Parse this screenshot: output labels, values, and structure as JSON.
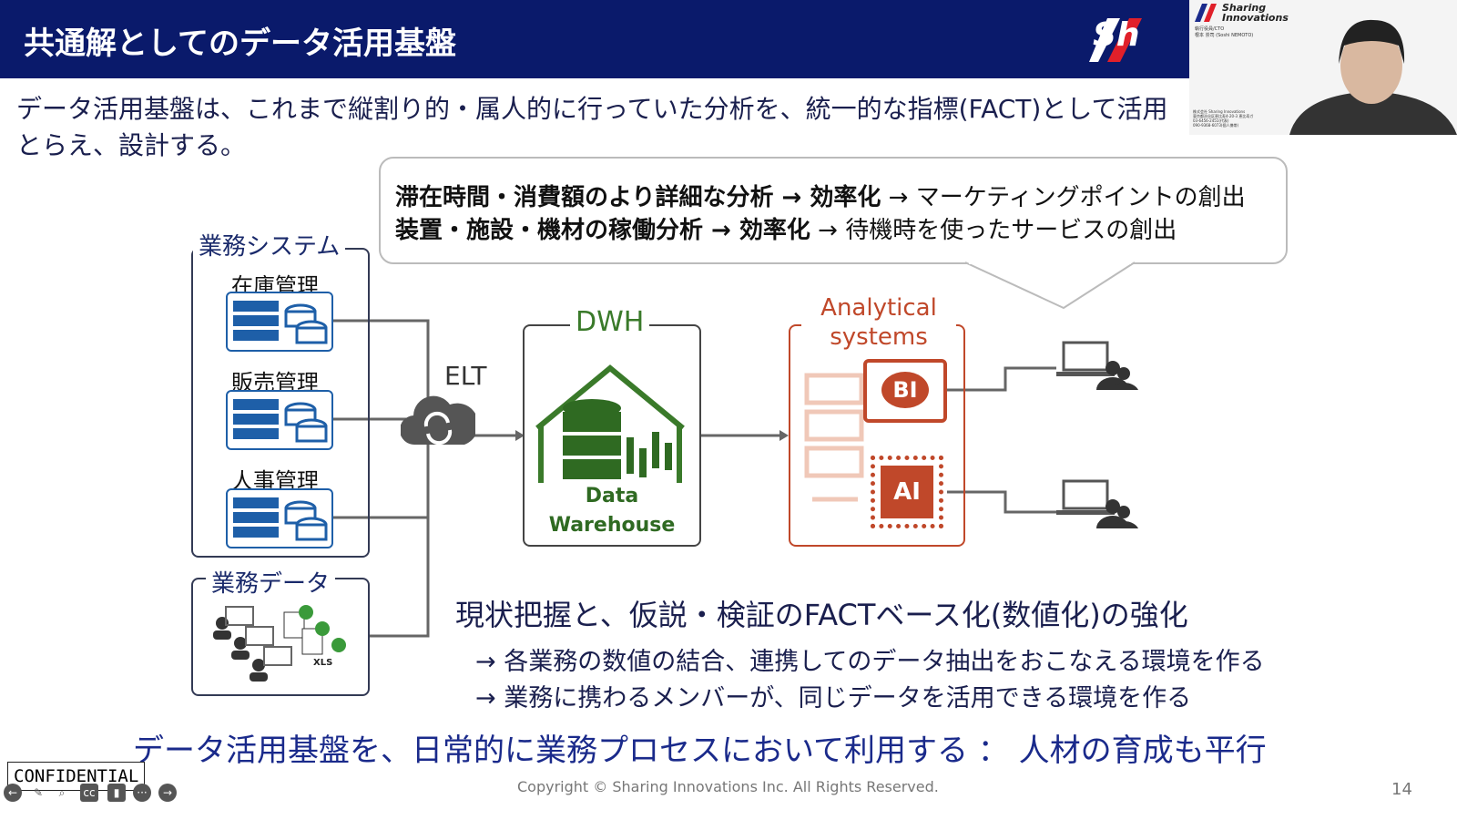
{
  "slide": {
    "title": "共通解としてのデータ活用基盤",
    "logo_text": "Sh",
    "intro_line1": "データ活用基盤は、これまで縦割り的・属人的に行っていた分析を、統一的な指標(FACT)として活用",
    "intro_line2": "とらえ、設計する。",
    "bubble": {
      "line1_bold": "滞在時間・消費額のより詳細な分析 → 効率化",
      "line1_rest": " → マーケティングポイントの創出",
      "line2_bold": "装置・施設・機材の稼働分析 → 効率化",
      "line2_rest": " → 待機時を使ったサービスの創出"
    },
    "systems": {
      "label": "業務システム",
      "items": [
        "在庫管理",
        "販売管理",
        "人事管理"
      ]
    },
    "data_group": {
      "label": "業務データ",
      "file_label": "XLS"
    },
    "elt_label": "ELT",
    "dwh": {
      "label": "DWH",
      "inner_line1": "Data",
      "inner_line2": "Warehouse"
    },
    "analytical": {
      "label_line1": "Analytical",
      "label_line2": "systems",
      "bi": "BI",
      "ai": "AI"
    },
    "headline": "現状把握と、仮説・検証のFACTベース化(数値化)の強化",
    "points": [
      "→ 各業務の数値の結合、連携してのデータ抽出をおこなえる環境を作る",
      "→ 業務に携わるメンバーが、同じデータを活用できる環境を作る"
    ],
    "conclusion": "データ活用基盤を、日常的に業務プロセスにおいて利用する ： 人材の育成も平行",
    "copyright": "Copyright © Sharing Innovations Inc. All Rights Reserved.",
    "page_number": "14",
    "confidential": "CONFIDENTIAL"
  },
  "webcam": {
    "brand_line1": "Sharing",
    "brand_line2": "Innovations",
    "role": "執行役員/CTO",
    "name": "根本 崇司 (Soshi NEMOTO)",
    "company": "株式会社 Sharing Innovations",
    "address": "東京都渋谷区恵比寿4-20-3 恵比寿ガ",
    "tel1": "03-6456-2451(代表)",
    "tel2": "090-9368-6073(個人携帯)"
  },
  "controls": [
    "previous",
    "pen",
    "zoom",
    "captions",
    "video",
    "more",
    "next"
  ],
  "colors": {
    "title_bar": "#0a1a6b",
    "dwh_green": "#3a7a2a",
    "analytical_orange": "#c0482a",
    "server_blue": "#1e5fa8"
  }
}
